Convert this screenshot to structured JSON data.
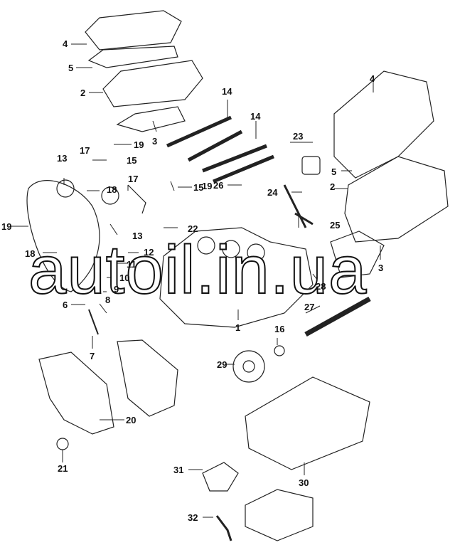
{
  "callouts": [
    "4",
    "5",
    "2",
    "3",
    "19",
    "14",
    "14",
    "17",
    "13",
    "15",
    "23",
    "17",
    "18",
    "19",
    "15",
    "26",
    "24",
    "2",
    "4",
    "5",
    "19",
    "18",
    "13",
    "22",
    "25",
    "12",
    "11",
    "10",
    "9",
    "8",
    "6",
    "7",
    "1",
    "27",
    "16",
    "28",
    "3",
    "29",
    "20",
    "21",
    "31",
    "30",
    "32"
  ],
  "watermark": "autoil.in.ua"
}
